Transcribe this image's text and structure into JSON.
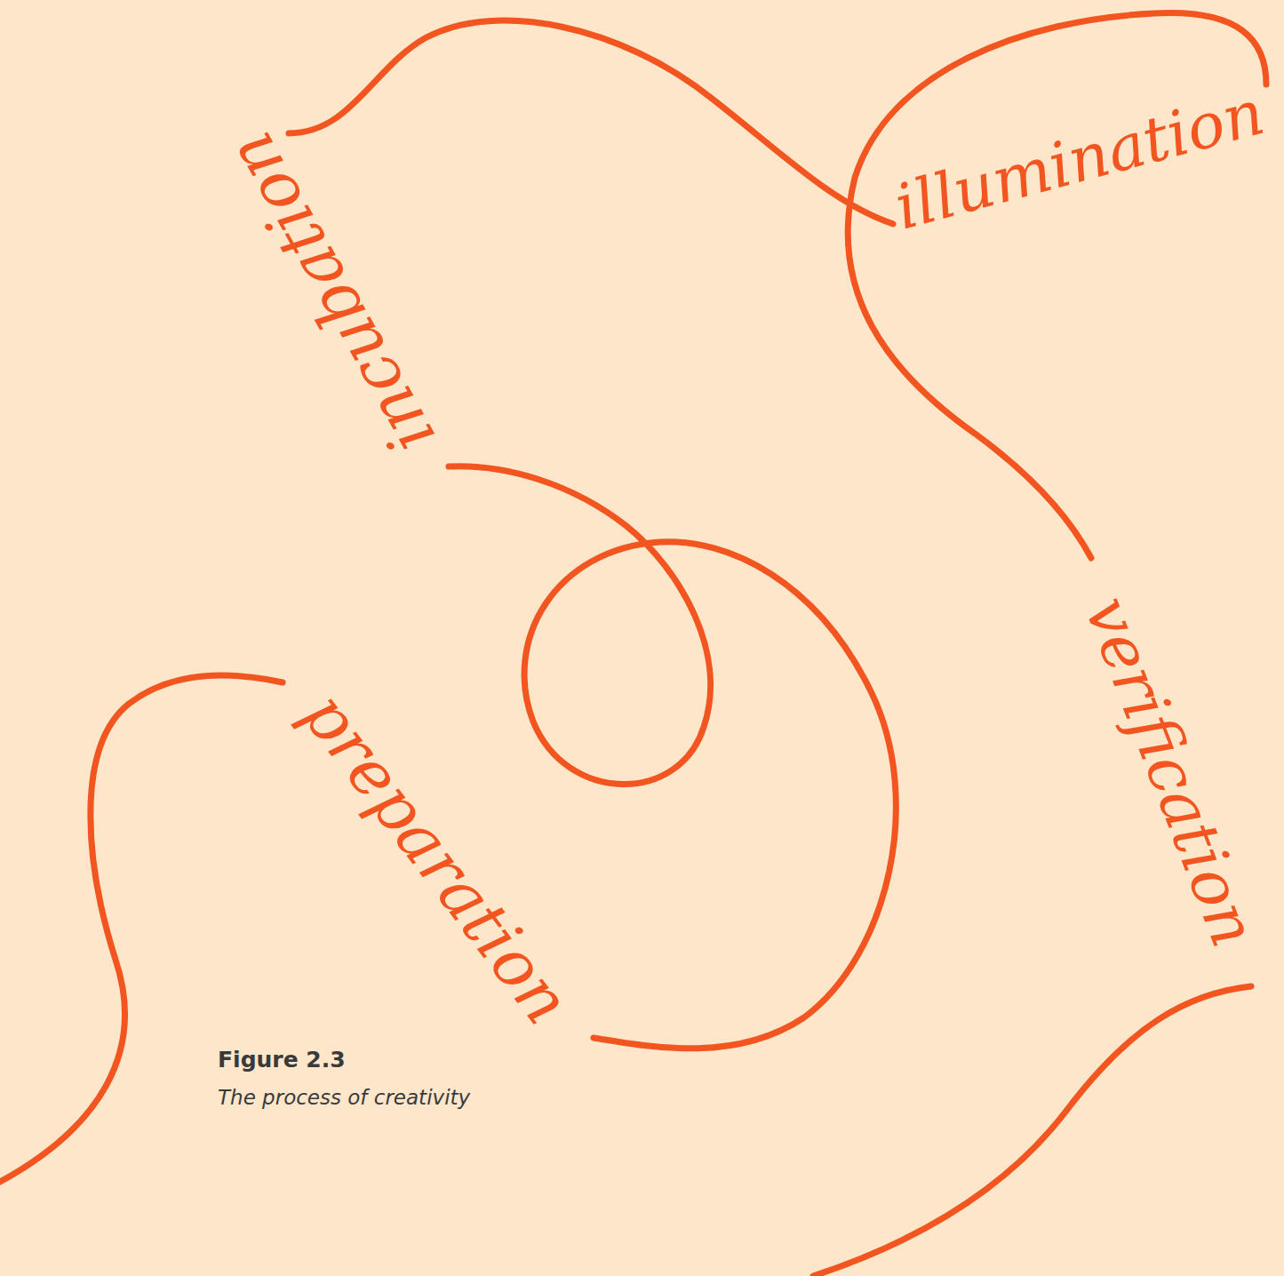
{
  "diagram": {
    "caption": "The process of creativity",
    "labels": [
      "Figure 2.3",
      "incubation",
      "illumination",
      "verification",
      "preparation"
    ]
  }
}
